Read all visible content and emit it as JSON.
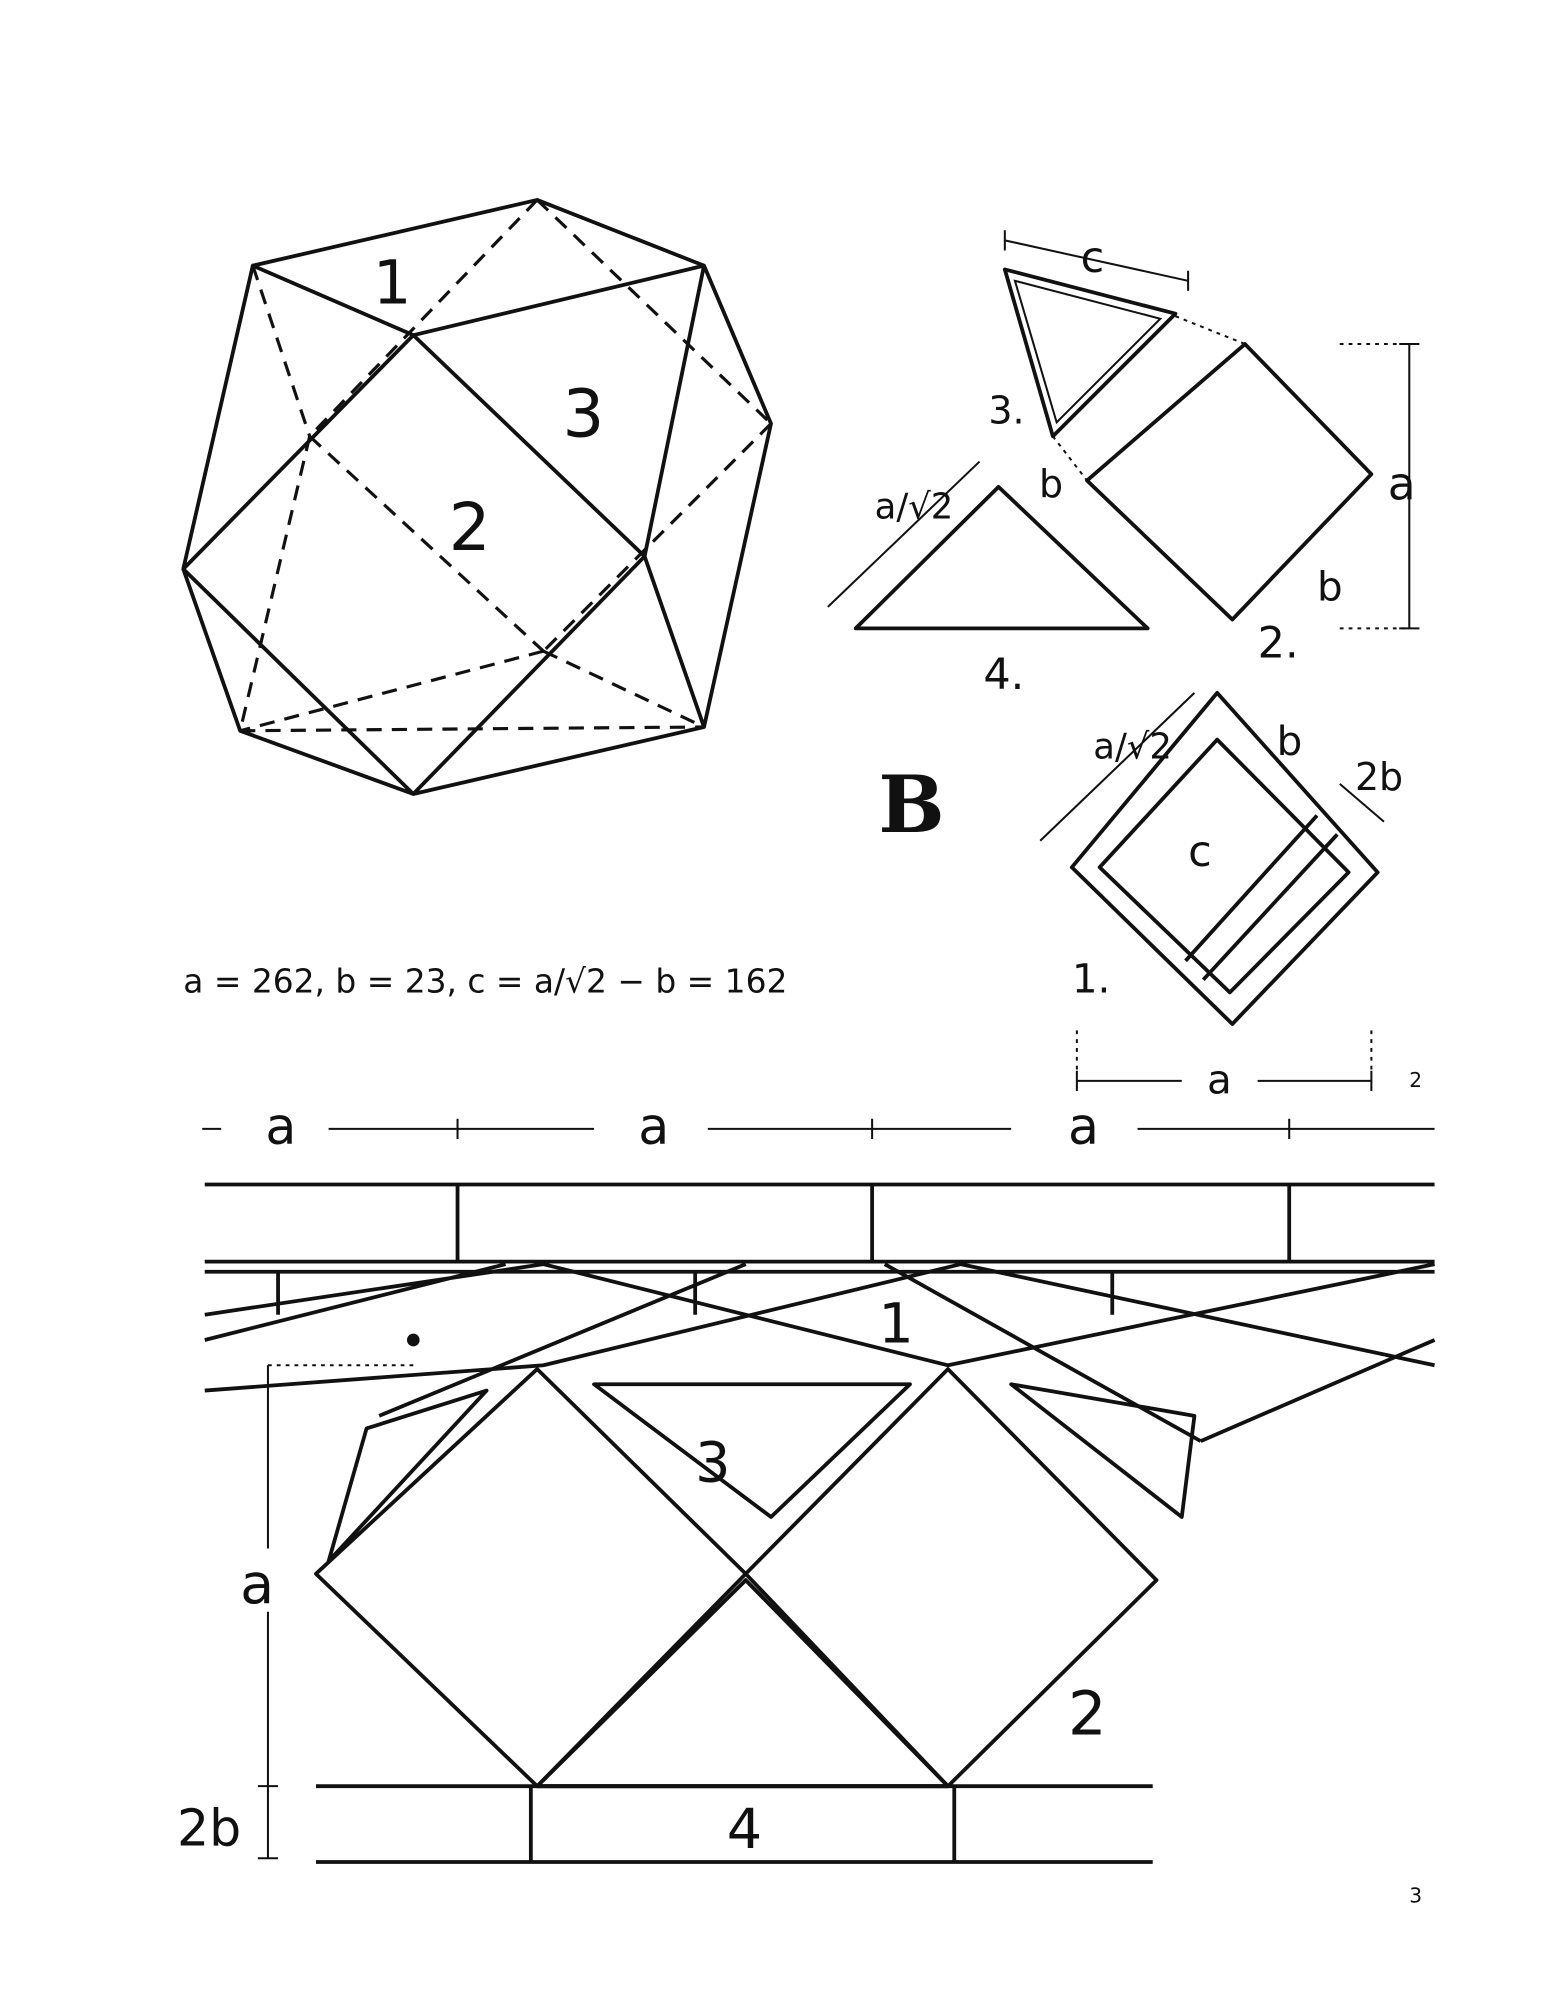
{
  "polyhedron": {
    "face_labels": [
      "1",
      "3",
      "2"
    ]
  },
  "pieces": {
    "triangle_label": "3.",
    "square_label": "2.",
    "half_triangle_label": "4.",
    "frame_label": "1.",
    "dim_c": "c",
    "dim_a": "a",
    "dim_b": "b",
    "dim_2b": "2b",
    "dim_a_over_root2": "a/√2"
  },
  "section_letter": "B",
  "formula": {
    "text": "a = 262,  b = 23,  c = a/√2 − b = 162",
    "a": "262",
    "b": "23",
    "c": "162"
  },
  "elevation": {
    "top_dims": [
      "a",
      "a",
      "a"
    ],
    "side_dims": [
      "a",
      "2b"
    ],
    "part_labels": [
      "1",
      "3",
      "2",
      "4"
    ]
  },
  "page_numbers": [
    "2",
    "3"
  ]
}
